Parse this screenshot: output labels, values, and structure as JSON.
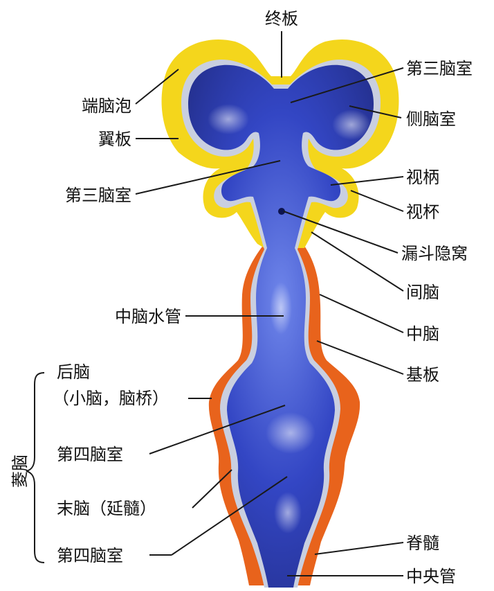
{
  "colors": {
    "ventricle_blue": "#2f3fb8",
    "ventricle_highlight": "#6f86ea",
    "forebrain_wall_yellow": "#f4d61c",
    "hindbrain_wall_orange": "#e8631c",
    "membrane_gray": "#c9cfe0"
  },
  "labels": {
    "lamina_terminalis": "终板",
    "third_ventricle_top": "第三脑室",
    "telencephalic_vesicle": "端脑泡",
    "lateral_ventricle": "侧脑室",
    "alar_plate": "翼板",
    "third_ventricle_mid": "第三脑室",
    "optic_stalk": "视柄",
    "optic_cup": "视杯",
    "infundibular_recess": "漏斗隐窝",
    "diencephalon": "间脑",
    "cerebral_aqueduct": "中脑水管",
    "midbrain": "中脑",
    "basal_plate": "基板",
    "metencephalon_line1": "后脑",
    "metencephalon_line2": "（小脑，脑桥）",
    "fourth_ventricle_upper": "第四脑室",
    "rhombencephalon": "菱脑",
    "myelencephalon": "末脑（延髓）",
    "fourth_ventricle_lower": "第四脑室",
    "spinal_cord": "脊髓",
    "central_canal": "中央管"
  }
}
